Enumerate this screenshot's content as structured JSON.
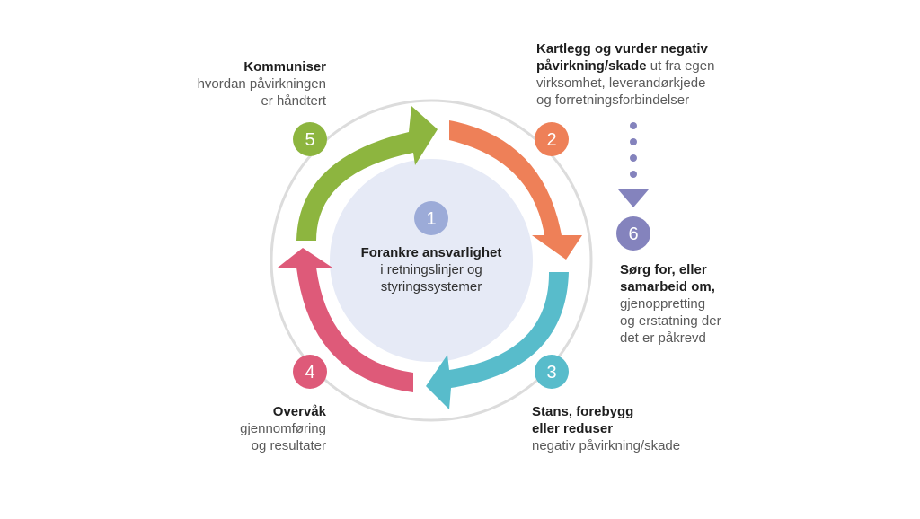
{
  "center": {
    "number": "1",
    "title": "Forankre ansvarlighet",
    "line2": "i retningslinjer og",
    "line3": "styringssystemer"
  },
  "steps": {
    "s2": {
      "number": "2",
      "line1_bold": "Kartlegg og vurder negativ",
      "line2_bold": "påvirkning/skade",
      "line2_rest": " ut fra egen",
      "line3": "virksomhet, leverandørkjede",
      "line4": "og forretningsforbindelser"
    },
    "s3": {
      "number": "3",
      "line1_bold": "Stans, forebygg",
      "line2_bold": "eller reduser",
      "line3": "negativ påvirkning/skade"
    },
    "s4": {
      "number": "4",
      "line1_bold": "Overvåk",
      "line2": "gjennomføring",
      "line3": "og resultater"
    },
    "s5": {
      "number": "5",
      "line1_bold": "Kommuniser",
      "line2": "hvordan påvirkningen",
      "line3": "er håndtert"
    },
    "s6": {
      "number": "6",
      "line1_bold": "Sørg for, eller",
      "line2_bold": "samarbeid om,",
      "line3": "gjenoppretting",
      "line4": "og erstatning der",
      "line5": "det er påkrevd"
    }
  },
  "colors": {
    "green": "#8db53f",
    "orange": "#ee8058",
    "teal": "#58bccb",
    "pink": "#de5a79",
    "purple": "#8483bd",
    "center_fill": "#e6eaf6",
    "center_badge": "#9cabd8",
    "ring": "#dcdcdc"
  }
}
